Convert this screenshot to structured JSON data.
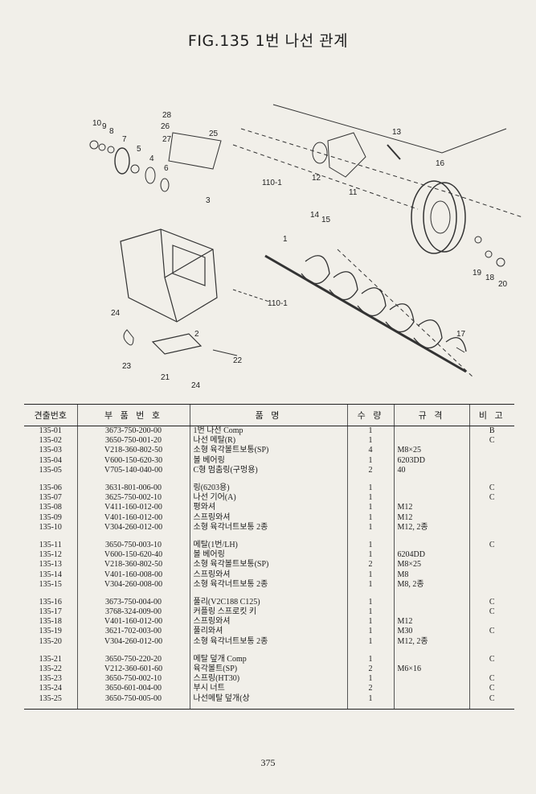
{
  "title": "FIG.135 1번 나선 관계",
  "callouts": [
    "10",
    "9",
    "8",
    "7",
    "5",
    "4",
    "6",
    "28",
    "26",
    "27",
    "25",
    "13",
    "12",
    "11",
    "110-1",
    "16",
    "14",
    "15",
    "3",
    "1",
    "19",
    "18",
    "20",
    "24",
    "110-1",
    "17",
    "2",
    "22",
    "23",
    "21",
    "24"
  ],
  "table": {
    "headers": [
      "견출번호",
      "부 품 번 호",
      "품 명",
      "수 량",
      "규 격",
      "비 고"
    ],
    "groups": [
      [
        {
          "no": "135-01",
          "part": "3673-750-200-00",
          "name": "1번 나선 Comp",
          "qty": "1",
          "spec": "",
          "note": "B"
        },
        {
          "no": "135-02",
          "part": "3650-750-001-20",
          "name": "나선 메탈(R)",
          "qty": "1",
          "spec": "",
          "note": "C"
        },
        {
          "no": "135-03",
          "part": "V218-360-802-50",
          "name": "소형 육각볼트보통(SP)",
          "qty": "4",
          "spec": "M8×25",
          "note": ""
        },
        {
          "no": "135-04",
          "part": "V600-150-620-30",
          "name": "볼 베어링",
          "qty": "1",
          "spec": "6203DD",
          "note": ""
        },
        {
          "no": "135-05",
          "part": "V705-140-040-00",
          "name": "C형 멈춤링(구멍용)",
          "qty": "2",
          "spec": "40",
          "note": ""
        }
      ],
      [
        {
          "no": "135-06",
          "part": "3631-801-006-00",
          "name": "링(6203용)",
          "qty": "1",
          "spec": "",
          "note": "C"
        },
        {
          "no": "135-07",
          "part": "3625-750-002-10",
          "name": "나선 기어(A)",
          "qty": "1",
          "spec": "",
          "note": "C"
        },
        {
          "no": "135-08",
          "part": "V411-160-012-00",
          "name": "평와셔",
          "qty": "1",
          "spec": "M12",
          "note": ""
        },
        {
          "no": "135-09",
          "part": "V401-160-012-00",
          "name": "스프링와셔",
          "qty": "1",
          "spec": "M12",
          "note": ""
        },
        {
          "no": "135-10",
          "part": "V304-260-012-00",
          "name": "소형 육각너트보통 2종",
          "qty": "1",
          "spec": "M12, 2종",
          "note": ""
        }
      ],
      [
        {
          "no": "135-11",
          "part": "3650-750-003-10",
          "name": "메탈(1번/LH)",
          "qty": "1",
          "spec": "",
          "note": "C"
        },
        {
          "no": "135-12",
          "part": "V600-150-620-40",
          "name": "볼 베어링",
          "qty": "1",
          "spec": "6204DD",
          "note": ""
        },
        {
          "no": "135-13",
          "part": "V218-360-802-50",
          "name": "소형 육각볼트보통(SP)",
          "qty": "2",
          "spec": "M8×25",
          "note": ""
        },
        {
          "no": "135-14",
          "part": "V401-160-008-00",
          "name": "스프링와셔",
          "qty": "1",
          "spec": "M8",
          "note": ""
        },
        {
          "no": "135-15",
          "part": "V304-260-008-00",
          "name": "소형 육각너트보통 2종",
          "qty": "1",
          "spec": "M8, 2종",
          "note": ""
        }
      ],
      [
        {
          "no": "135-16",
          "part": "3673-750-004-00",
          "name": "풀리(V2C188 C125)",
          "qty": "1",
          "spec": "",
          "note": "C"
        },
        {
          "no": "135-17",
          "part": "3768-324-009-00",
          "name": "커플링 스프로킷 키",
          "qty": "1",
          "spec": "",
          "note": "C"
        },
        {
          "no": "135-18",
          "part": "V401-160-012-00",
          "name": "스프링와셔",
          "qty": "1",
          "spec": "M12",
          "note": ""
        },
        {
          "no": "135-19",
          "part": "3621-702-003-00",
          "name": "풀리와셔",
          "qty": "1",
          "spec": "M30",
          "note": "C"
        },
        {
          "no": "135-20",
          "part": "V304-260-012-00",
          "name": "소형 육각너트보통 2종",
          "qty": "1",
          "spec": "M12, 2종",
          "note": ""
        }
      ],
      [
        {
          "no": "135-21",
          "part": "3650-750-220-20",
          "name": "메탈 덮개 Comp",
          "qty": "1",
          "spec": "",
          "note": "C"
        },
        {
          "no": "135-22",
          "part": "V212-360-601-60",
          "name": "육각볼트(SP)",
          "qty": "2",
          "spec": "M6×16",
          "note": ""
        },
        {
          "no": "135-23",
          "part": "3650-750-002-10",
          "name": "스프링(HT30)",
          "qty": "1",
          "spec": "",
          "note": "C"
        },
        {
          "no": "135-24",
          "part": "3650-601-004-00",
          "name": "부시 너트",
          "qty": "2",
          "spec": "",
          "note": "C"
        },
        {
          "no": "135-25",
          "part": "3650-750-005-00",
          "name": "나선메탈 덮개(상",
          "qty": "1",
          "spec": "",
          "note": "C"
        }
      ]
    ]
  },
  "page_number": "375"
}
